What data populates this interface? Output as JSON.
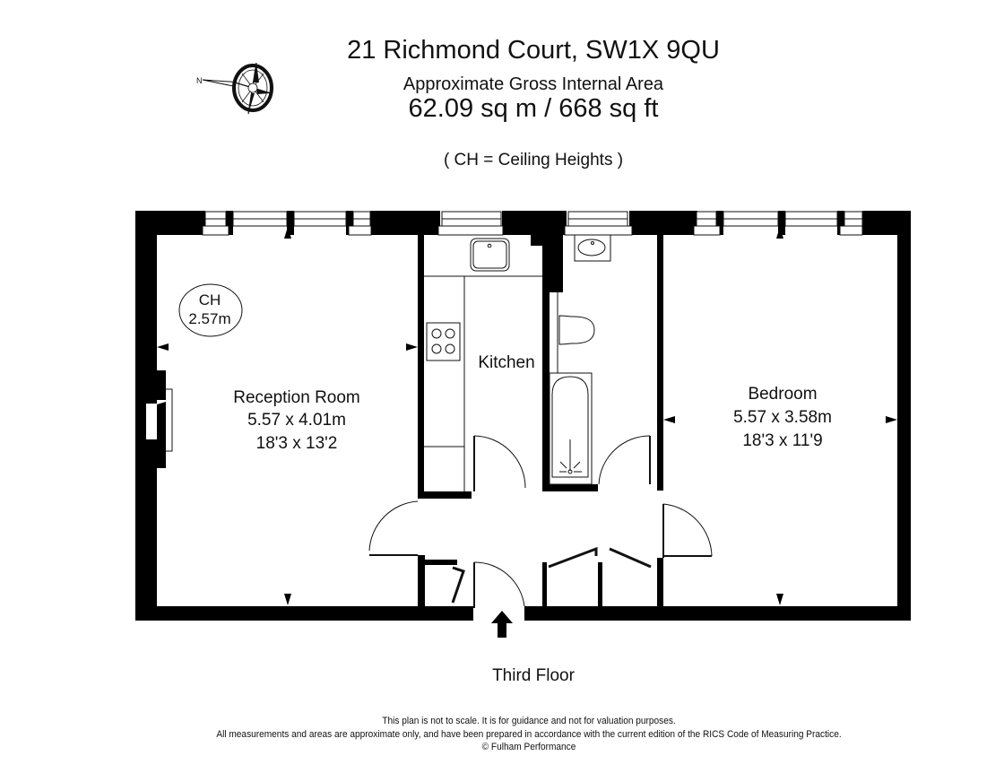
{
  "header": {
    "address": "21 Richmond Court, SW1X 9QU",
    "area_label": "Approximate Gross Internal Area",
    "area_value": "62.09 sq m  /  668 sq ft",
    "legend_note": "( CH = Ceiling Heights )"
  },
  "compass": {
    "north_label": "N",
    "icon": "compass-rose-icon"
  },
  "ceiling_height": {
    "label": "CH",
    "value": "2.57m"
  },
  "rooms": [
    {
      "name": "Reception Room",
      "metric": "5.57 x 4.01m",
      "imperial": "18'3 x 13'2"
    },
    {
      "name": "Kitchen"
    },
    {
      "name": "Bedroom",
      "metric": "5.57 x 3.58m",
      "imperial": "18'3 x 11'9"
    }
  ],
  "floor_label": "Third Floor",
  "entrance": {
    "icon": "entrance-arrow-icon"
  },
  "disclaimer": {
    "line1": "This plan is not to scale. It is for guidance and not for valuation purposes.",
    "line2": "All measurements and areas are approximate only, and have been prepared in accordance with the current edition of the RICS Code of Measuring Practice.",
    "line3": "© Fulham Performance"
  },
  "colors": {
    "wall": "#000000",
    "background": "#ffffff",
    "line": "#111111"
  }
}
